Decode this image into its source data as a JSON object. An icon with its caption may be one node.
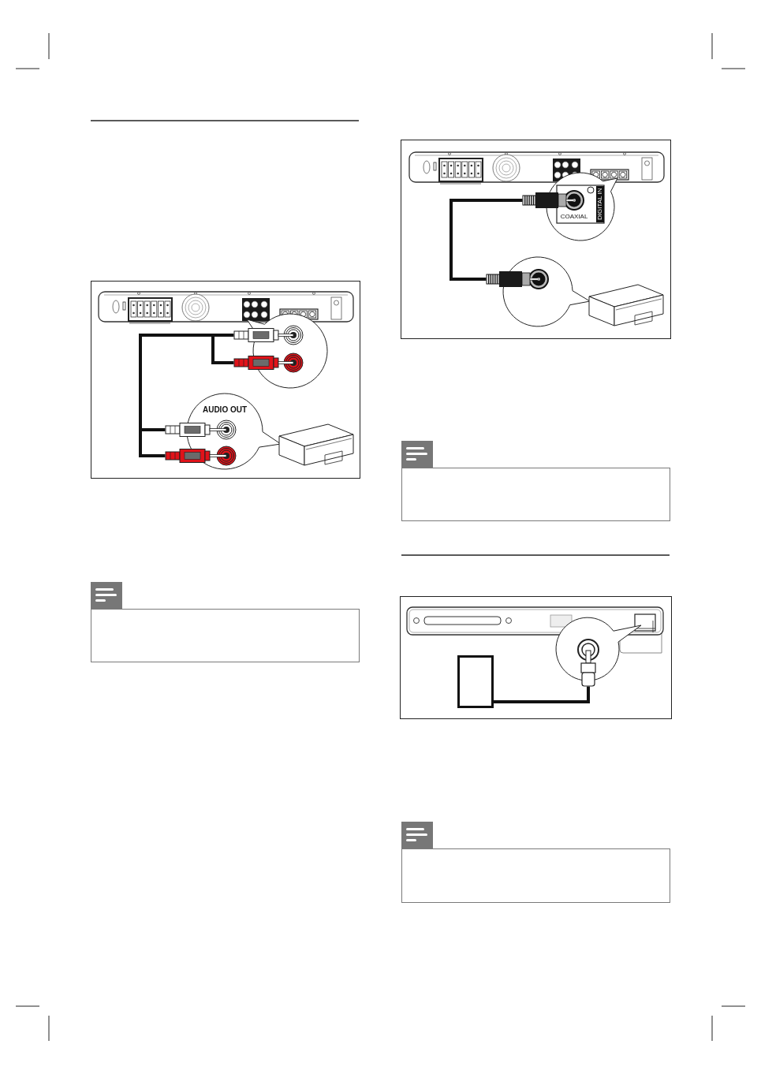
{
  "diagram": {
    "nodes": [
      {
        "text": [],
        "shape": "plug"
      },
      {
        "text": [],
        "shape": "plug"
      },
      {
        "text": [],
        "shape": "plug"
      },
      {
        "text": [],
        "shape": "plug"
      },
      {
        "text": [],
        "shape": "box"
      },
      {
        "text": [],
        "shape": "plug"
      },
      {
        "text": [],
        "shape": "plug"
      },
      {
        "text": [],
        "shape": "box"
      },
      {
        "text": [],
        "shape": "plug"
      },
      {
        "text": [],
        "shape": "box"
      },
      {
        "text": [],
        "shape": "box"
      }
    ],
    "edges": [
      {
        "from": 0,
        "to": 2,
        "arrow": "none"
      },
      {
        "from": 1,
        "to": 3,
        "arrow": "none"
      },
      {
        "from": 5,
        "to": 6,
        "arrow": "none"
      },
      {
        "from": 8,
        "to": 9,
        "arrow": "none"
      }
    ],
    "labels": [
      "AUDIO OUT",
      "COAXIAL",
      "DIGITAL IN"
    ]
  }
}
